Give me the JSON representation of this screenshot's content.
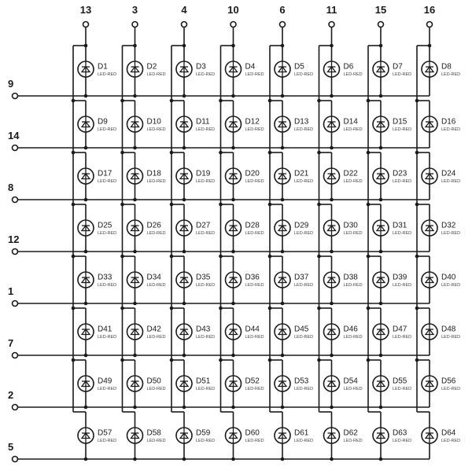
{
  "diagram": {
    "type": "8x8 LED matrix schematic",
    "colors": {
      "wire": "#1a1a1a",
      "background": "#ffffff",
      "label_secondary": "#444444"
    },
    "column_pins": [
      "13",
      "3",
      "4",
      "10",
      "6",
      "11",
      "15",
      "16"
    ],
    "row_pins": [
      "9",
      "14",
      "8",
      "12",
      "1",
      "7",
      "2",
      "5"
    ],
    "led_type_label": "LED-RED",
    "leds": [
      [
        "D1",
        "D2",
        "D3",
        "D4",
        "D5",
        "D6",
        "D7",
        "D8"
      ],
      [
        "D9",
        "D10",
        "D11",
        "D12",
        "D13",
        "D14",
        "D15",
        "D16"
      ],
      [
        "D17",
        "D18",
        "D19",
        "D20",
        "D21",
        "D22",
        "D23",
        "D24"
      ],
      [
        "D25",
        "D26",
        "D27",
        "D28",
        "D29",
        "D30",
        "D31",
        "D32"
      ],
      [
        "D33",
        "D34",
        "D35",
        "D36",
        "D37",
        "D38",
        "D39",
        "D40"
      ],
      [
        "D41",
        "D42",
        "D43",
        "D44",
        "D45",
        "D46",
        "D47",
        "D48"
      ],
      [
        "D49",
        "D50",
        "D51",
        "D52",
        "D53",
        "D54",
        "D55",
        "D56"
      ],
      [
        "D57",
        "D58",
        "D59",
        "D60",
        "D61",
        "D62",
        "D63",
        "D64"
      ]
    ]
  }
}
